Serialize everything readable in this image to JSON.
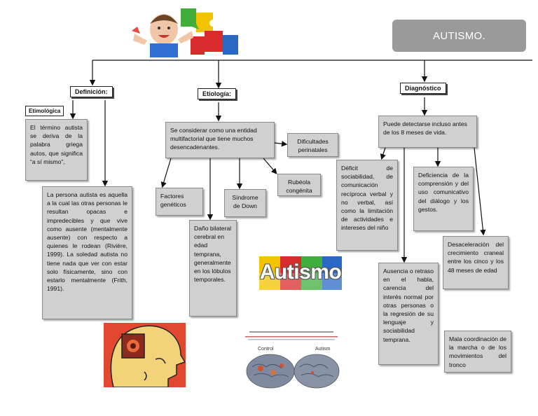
{
  "title": "AUTISMO.",
  "branches": {
    "definicion": "Definición:",
    "etiologia": "Etiología:",
    "diagnostico": "Diagnóstico"
  },
  "definicion": {
    "etimologica_label": "Etimológica",
    "etimologica_text": "El término autista se deriva de la palabra griega autos, que significa “a sí mismo”,",
    "persona_text": "La persona autista es aquella a la cual las otras personas le resultan opacas e impredecibles y que vive como ausente (mentalmente ausente) con respecto a quienes le rodean (Rivière, 1999). La soledad autista no tiene nada que ver con estar solo físicamente, sino con estarlo mentalmente (Frith, 1991)."
  },
  "etiologia": {
    "main": "Se considerar como una entidad multifactorial que tiene muchos desencadenantes.",
    "dificultades": "Dificultades perinatales",
    "rubeola": "Rubéola congénita",
    "factores": "Factores genéticos",
    "sindrome": "Síndrome de Down",
    "dano": "Daño bilateral cerebral en edad temprana, generalmente en los lóbulos temporales."
  },
  "diagnostico": {
    "main": "Puede detectarse incluso antes de los 8 meses de vida.",
    "deficit": "Déficit de sociabilidad, de comunicación recíproca verbal y no verbal, así como la limitación de actividades e intereses del niño",
    "deficiencia": "Deficiencia de la comprensión y del uso comunicativo del diálogo y los gestos.",
    "ausencia": "Ausencia o retraso en el habla, carencia del interés normal por otras personas o la regresión de su lenguaje y sociabilidad temprana.",
    "desaceleracion": "Desaceleración del crecimiento craneal entre los cinco y los 48 meses de edad",
    "mala": "Mala coordinación de la marcha o de los movimientos del tronco"
  },
  "images": {
    "autismo_logo": "Autismo",
    "brain_control": "Control",
    "brain_autism": "Autism"
  },
  "colors": {
    "box_fill": "#d0d0d0",
    "title_fill": "#9a9a9a",
    "puzzle_red": "#d92b2b",
    "puzzle_yellow": "#f2c400",
    "puzzle_green": "#3fae3a",
    "puzzle_blue": "#2a68c6"
  }
}
